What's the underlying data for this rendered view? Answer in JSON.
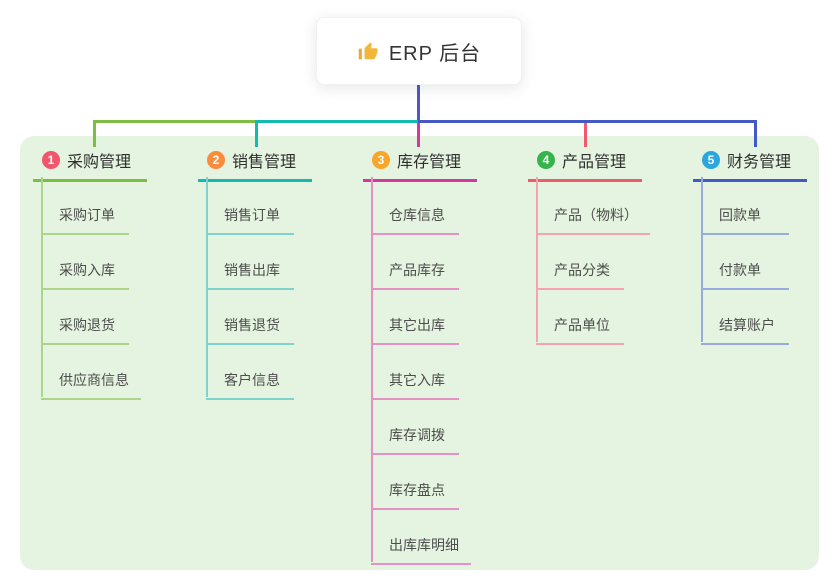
{
  "root": {
    "label": "ERP 后台",
    "icon": "thumbs-up-icon",
    "card_bg": "#ffffff",
    "text_color": "#333333"
  },
  "canvas": {
    "page_bg": "#ffffff",
    "panel_bg": "#e5f4e0",
    "root_connector_color": "#5157c8"
  },
  "branches": [
    {
      "index": "1",
      "label": "采购管理",
      "badge_color": "#f2566a",
      "line_color": "#7cbe41",
      "child_line_color": "#abd68a",
      "children": [
        {
          "label": "采购订单"
        },
        {
          "label": "采购入库"
        },
        {
          "label": "采购退货"
        },
        {
          "label": "供应商信息"
        }
      ]
    },
    {
      "index": "2",
      "label": "销售管理",
      "badge_color": "#fb8b3d",
      "line_color": "#13bab1",
      "child_line_color": "#7fd3cd",
      "children": [
        {
          "label": "销售订单"
        },
        {
          "label": "销售出库"
        },
        {
          "label": "销售退货"
        },
        {
          "label": "客户信息"
        }
      ]
    },
    {
      "index": "3",
      "label": "库存管理",
      "badge_color": "#fba529",
      "line_color": "#cf3a9c",
      "child_line_color": "#e691c6",
      "children": [
        {
          "label": "仓库信息"
        },
        {
          "label": "产品库存"
        },
        {
          "label": "其它出库"
        },
        {
          "label": "其它入库"
        },
        {
          "label": "库存调拨"
        },
        {
          "label": "库存盘点"
        },
        {
          "label": "出库库明细"
        }
      ]
    },
    {
      "index": "4",
      "label": "产品管理",
      "badge_color": "#34b44a",
      "line_color": "#f05a6e",
      "child_line_color": "#f6a3ad",
      "children": [
        {
          "label": "产品（物料）"
        },
        {
          "label": "产品分类"
        },
        {
          "label": "产品单位"
        }
      ]
    },
    {
      "index": "5",
      "label": "财务管理",
      "badge_color": "#2aa7de",
      "line_color": "#4459c6",
      "child_line_color": "#97abde",
      "children": [
        {
          "label": "回款单"
        },
        {
          "label": "付款单"
        },
        {
          "label": "结算账户"
        }
      ]
    }
  ]
}
